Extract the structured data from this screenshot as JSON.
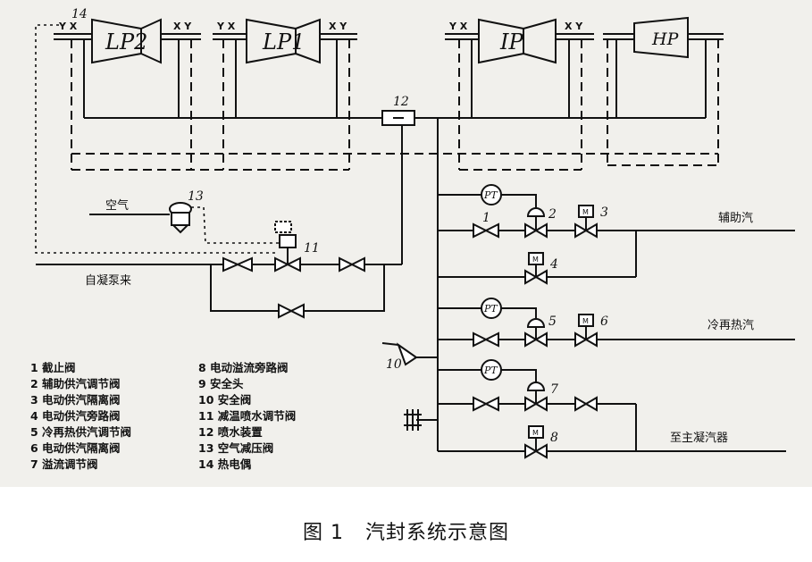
{
  "turbines": [
    {
      "label": "LP2",
      "left_tag": "Y X",
      "right_tag": "X Y"
    },
    {
      "label": "LP1",
      "left_tag": "Y X",
      "right_tag": "X Y"
    },
    {
      "label": "IP",
      "left_tag": "Y X",
      "right_tag": "X Y"
    },
    {
      "label": "HP",
      "left_tag": "",
      "right_tag": ""
    }
  ],
  "component_numbers": {
    "thermocouple": "14",
    "spray_device": "12",
    "air_reducer": "13",
    "desuperheat_valve": "11",
    "safety_valve": "10",
    "v1": "1",
    "v2": "2",
    "v3": "3",
    "v4": "4",
    "v5": "5",
    "v6": "6",
    "v7": "7",
    "v8": "8"
  },
  "instrument_labels": {
    "pressure": "PT",
    "motor": "M"
  },
  "side_labels": {
    "air": "空气",
    "from_condensate_pump": "自凝泵来",
    "aux_steam": "辅助汽",
    "cold_reheat": "冷再热汽",
    "to_condenser": "至主凝汽器"
  },
  "legend": {
    "col1": [
      "1 截止阀",
      "2 辅助供汽调节阀",
      "3 电动供汽隔离阀",
      "4 电动供汽旁路阀",
      "5 冷再热供汽调节阀",
      "6  电动供汽隔离阀",
      "7 溢流调节阀"
    ],
    "col2": [
      "8 电动溢流旁路阀",
      "9 安全头",
      "10 安全阀",
      "11 减温喷水调节阀",
      "12 喷水装置",
      " 13 空气减压阀",
      " 14 热电偶"
    ]
  },
  "caption": {
    "figure": "图 1",
    "title": "汽封系统示意图"
  }
}
